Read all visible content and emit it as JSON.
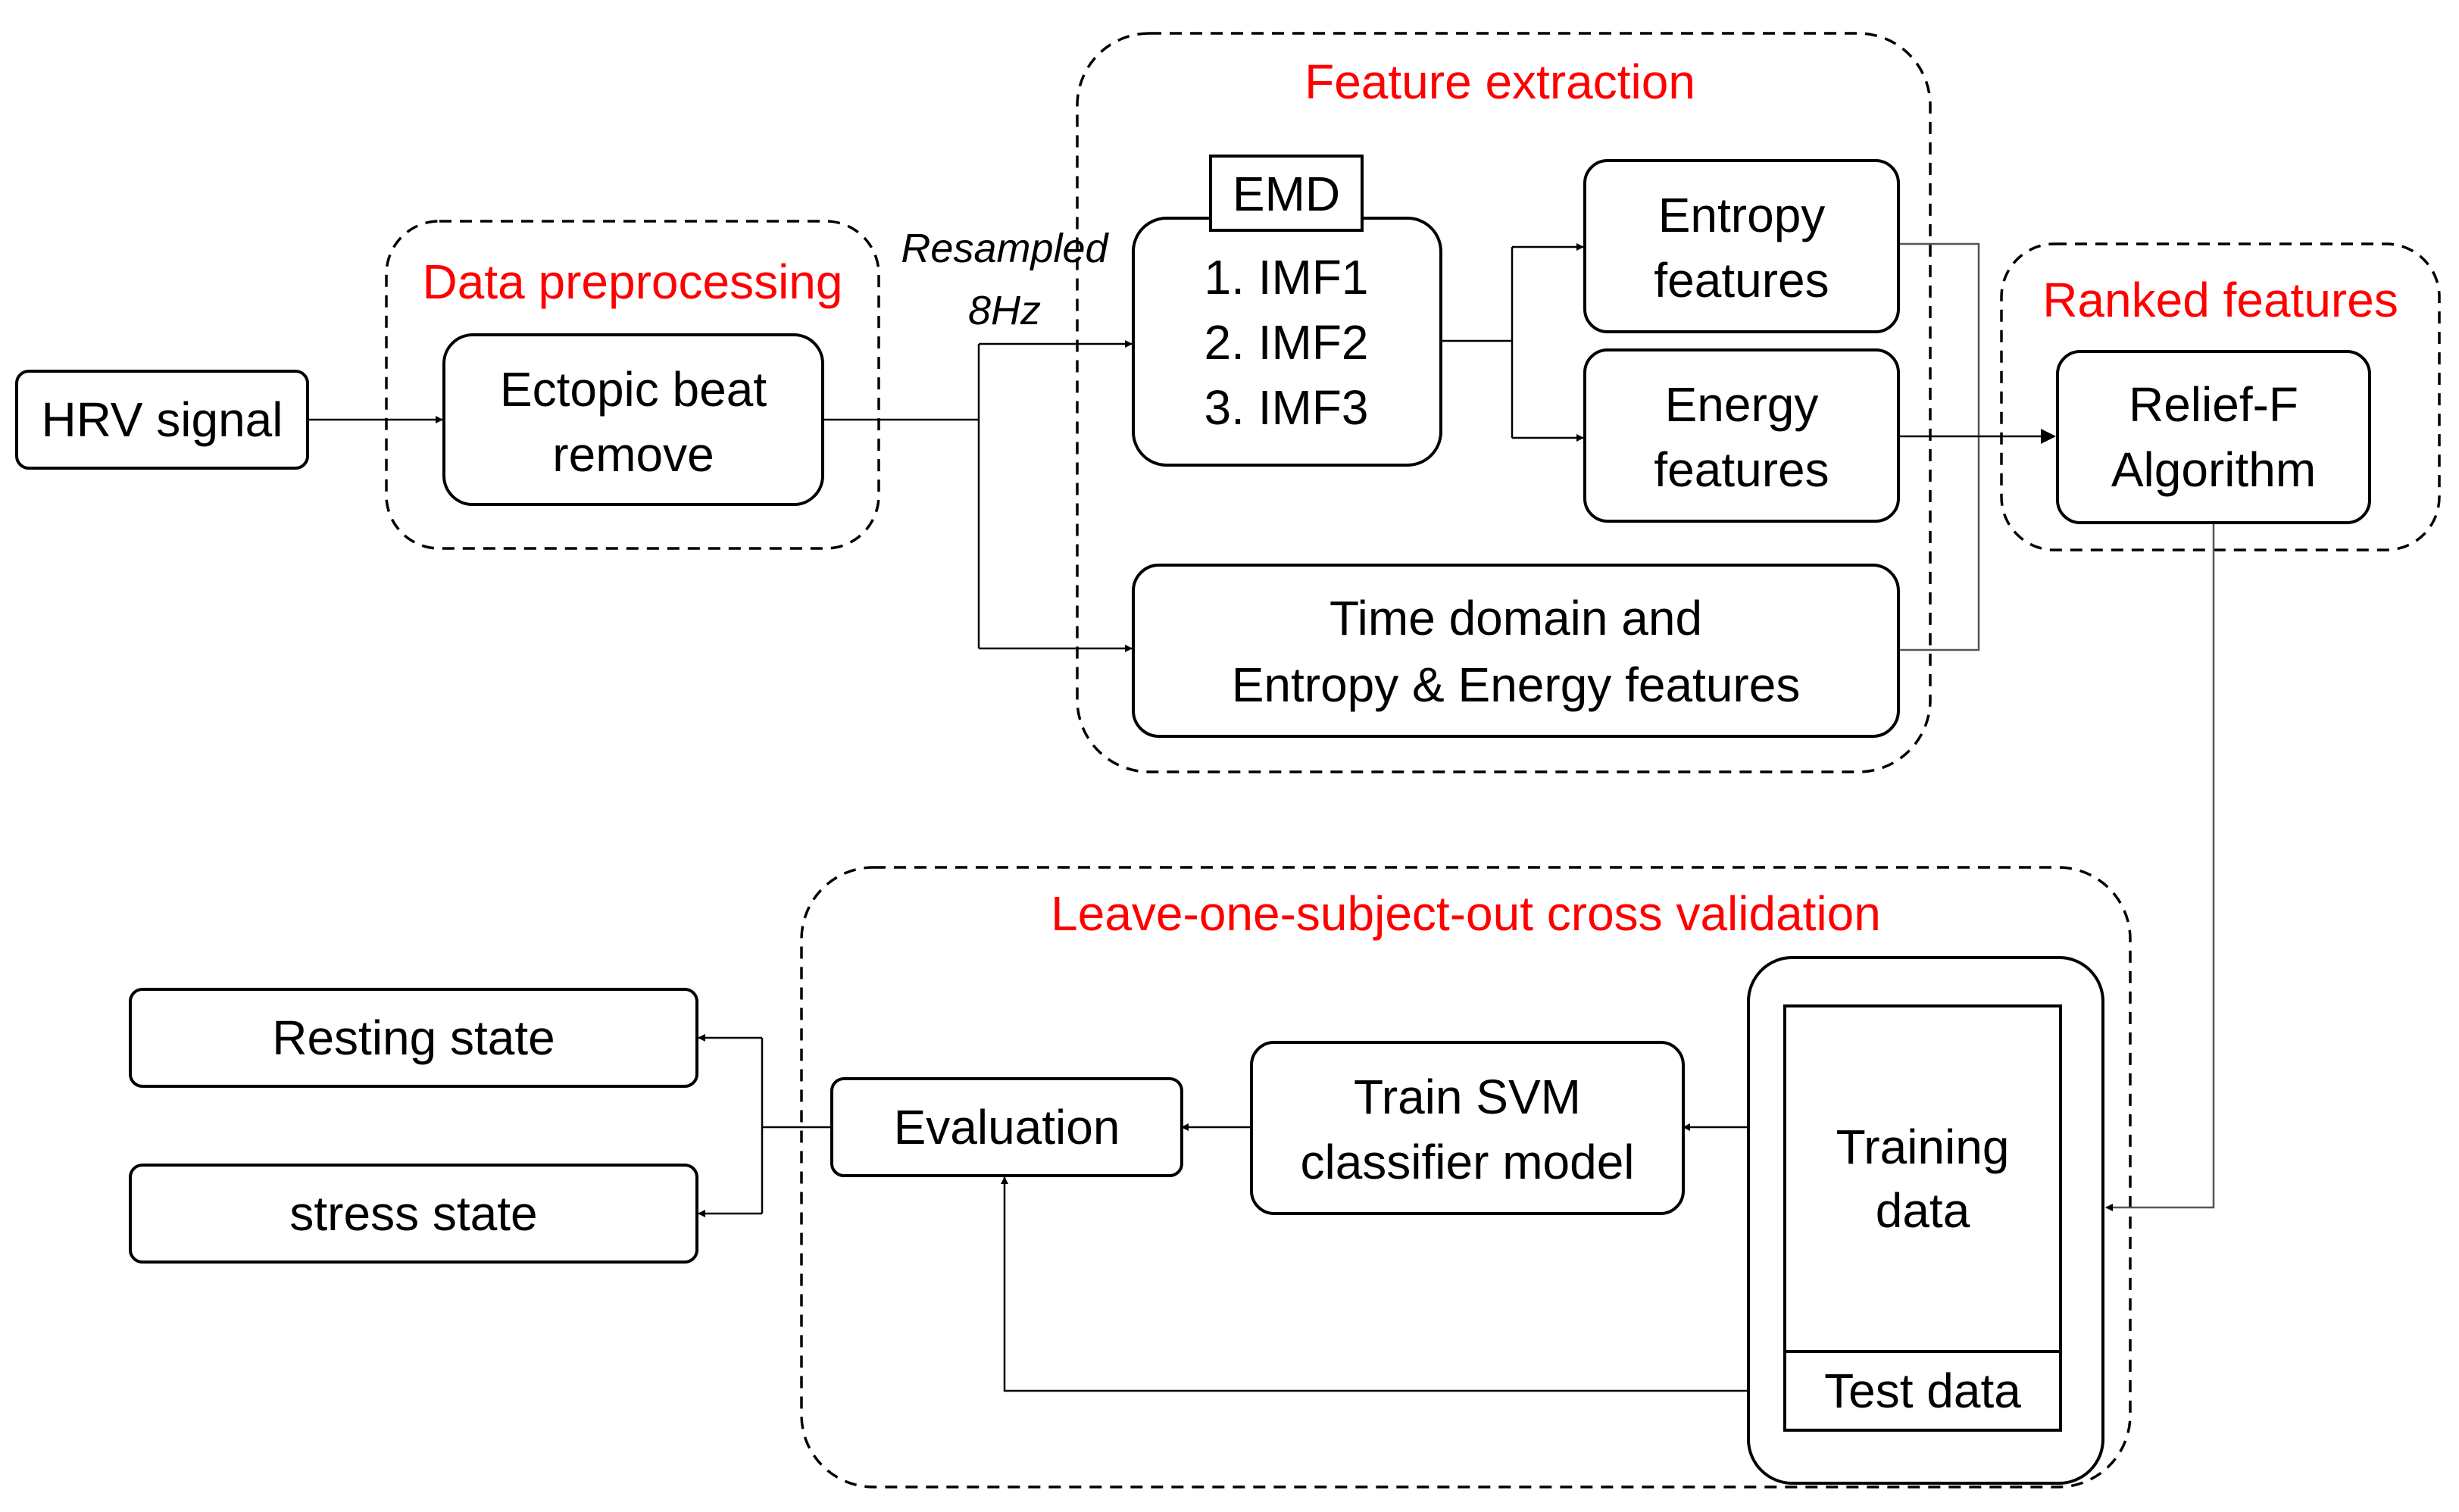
{
  "colors": {
    "group_title": "#ff0000",
    "line": "#000000",
    "box_fill": "#ffffff"
  },
  "groups": {
    "preprocessing": "Data preprocessing",
    "feature_extraction": "Feature extraction",
    "ranked": "Ranked features",
    "cross_validation": "Leave-one-subject-out cross validation"
  },
  "nodes": {
    "hrv_signal": "HRV signal",
    "ectopic": [
      "Ectopic  beat",
      "remove"
    ],
    "resampled": [
      "Resampled",
      "8Hz"
    ],
    "emd_title": "EMD",
    "emd_items": [
      "1. IMF1",
      "2. IMF2",
      "3. IMF3"
    ],
    "entropy": [
      "Entropy",
      "features"
    ],
    "energy": [
      "Energy",
      "features"
    ],
    "time_domain": [
      "Time domain and",
      "Entropy & Energy features"
    ],
    "relief": [
      "Relief-F",
      "Algorithm"
    ],
    "training": [
      "Training",
      "data"
    ],
    "test": "Test data",
    "svm": [
      "Train SVM",
      "classifier model"
    ],
    "evaluation": "Evaluation",
    "resting": "Resting state",
    "stress": "stress state"
  }
}
